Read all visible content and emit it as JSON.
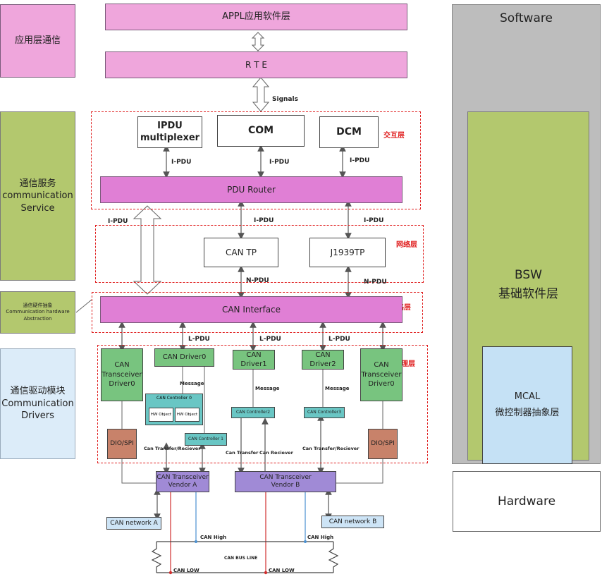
{
  "left": {
    "app_comm": "应用层通信",
    "comm_service": "通信服务\ncommunication\nService",
    "comm_hw_abs": "通信硬件抽象\nCommunication hardware\nAbstraction",
    "comm_drivers": "通信驱动模块\nCommunication\nDrivers"
  },
  "top": {
    "appl": "APPL应用软件层",
    "rte": "R T E",
    "signals": "Signals"
  },
  "service": {
    "ipdu_mux": "IPDU\nmultiplexer",
    "com": "COM",
    "dcm": "DCM",
    "pdu_router": "PDU Router",
    "ipdu": "I-PDU",
    "layer": "交互层"
  },
  "network": {
    "can_tp": "CAN TP",
    "j1939tp": "J1939TP",
    "layer": "网络层",
    "npdu": "N-PDU"
  },
  "datalink": {
    "can_interface": "CAN  Interface",
    "layer": "数据链路层",
    "lpdu": "L-PDU"
  },
  "physical": {
    "layer": "物理层",
    "transceiver_driver": "CAN\nTransceiver\nDriver0",
    "can_driver0": "CAN Driver0",
    "can_driver1": "CAN Driver1",
    "can_driver2": "CAN Driver2",
    "dio_spi": "DIO/SPI",
    "message": "Message",
    "controller0": "CAN Controller 0",
    "hw_object": "HW Object",
    "controller1": "CAN Controller 1",
    "controller2": "CAN Controller2",
    "controller3": "CAN Controller3",
    "can_transfer_reciever": "Can\nTransfer/Reciever",
    "can_transfer": "Can Transfer",
    "can_reciever": "Can Reciever"
  },
  "bus": {
    "vendor_a": "CAN Transceiver\nVendor A",
    "vendor_b": "CAN Transceiver\nVendor B",
    "network_a": "CAN network A",
    "network_b": "CAN network B",
    "can_high": "CAN High",
    "can_low": "CAN LOW",
    "bus_line": "CAN BUS LINE"
  },
  "right": {
    "software": "Software",
    "bsw": "BSW\n基础软件层",
    "mcal": "MCAL\n微控制器抽象层",
    "hardware": "Hardware"
  }
}
